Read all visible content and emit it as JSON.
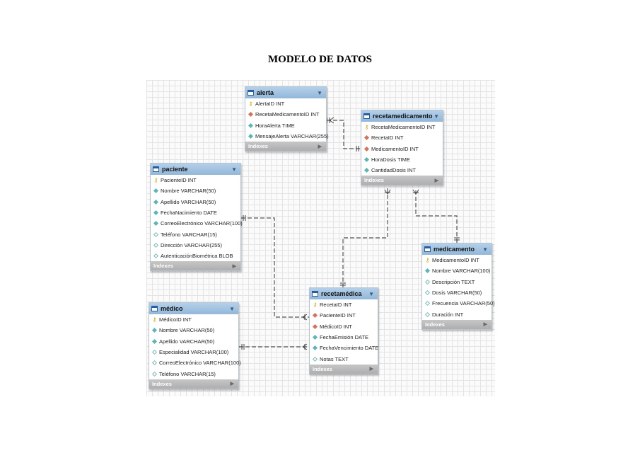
{
  "title": "MODELO DE DATOS",
  "colors": {
    "header": "#a9c8e6",
    "fk": "#d9705a",
    "notnull": "#5cb6b6",
    "key": "#d9a600"
  },
  "indexes_label": "Indexes",
  "tables": {
    "alerta": {
      "name": "alerta",
      "columns": [
        {
          "text": "AlertaID INT",
          "icon": "key"
        },
        {
          "text": "RecetaMedicamentoID INT",
          "icon": "fk"
        },
        {
          "text": "HoraAlerta TIME",
          "icon": "notnull"
        },
        {
          "text": "MensajeAlerta VARCHAR(255)",
          "icon": "notnull"
        }
      ]
    },
    "recetamedicamento": {
      "name": "recetamedicamento",
      "columns": [
        {
          "text": "RecetaMedicamentoID INT",
          "icon": "key"
        },
        {
          "text": "RecetaID INT",
          "icon": "fk"
        },
        {
          "text": "MedicamentoID INT",
          "icon": "fk"
        },
        {
          "text": "HoraDosis TIME",
          "icon": "notnull"
        },
        {
          "text": "CantidadDosis INT",
          "icon": "notnull"
        }
      ]
    },
    "paciente": {
      "name": "paciente",
      "columns": [
        {
          "text": "PacienteID INT",
          "icon": "key"
        },
        {
          "text": "Nombre VARCHAR(50)",
          "icon": "notnull"
        },
        {
          "text": "Apellido VARCHAR(50)",
          "icon": "notnull"
        },
        {
          "text": "FechaNacimiento DATE",
          "icon": "notnull"
        },
        {
          "text": "CorreoElectrónico VARCHAR(100)",
          "icon": "notnull"
        },
        {
          "text": "Teléfono VARCHAR(15)",
          "icon": "nullable"
        },
        {
          "text": "Dirección VARCHAR(255)",
          "icon": "nullable"
        },
        {
          "text": "AutenticaciónBiométrica BLOB",
          "icon": "nullable"
        }
      ]
    },
    "medicamento": {
      "name": "medicamento",
      "columns": [
        {
          "text": "MedicamentoID INT",
          "icon": "key"
        },
        {
          "text": "Nombre VARCHAR(100)",
          "icon": "notnull"
        },
        {
          "text": "Descripción TEXT",
          "icon": "nullable"
        },
        {
          "text": "Dosis VARCHAR(50)",
          "icon": "nullable"
        },
        {
          "text": "Frecuencia VARCHAR(50)",
          "icon": "nullable"
        },
        {
          "text": "Duración INT",
          "icon": "nullable"
        }
      ]
    },
    "recetamedica": {
      "name": "recetamédica",
      "columns": [
        {
          "text": "RecetaID INT",
          "icon": "key"
        },
        {
          "text": "PacienteID INT",
          "icon": "fk"
        },
        {
          "text": "MédicoID INT",
          "icon": "fk"
        },
        {
          "text": "FechaEmisión DATE",
          "icon": "notnull"
        },
        {
          "text": "FechaVencimiento DATE",
          "icon": "notnull"
        },
        {
          "text": "Notas TEXT",
          "icon": "nullable"
        }
      ]
    },
    "medico": {
      "name": "médico",
      "columns": [
        {
          "text": "MédicoID INT",
          "icon": "key"
        },
        {
          "text": "Nombre VARCHAR(50)",
          "icon": "notnull"
        },
        {
          "text": "Apellido VARCHAR(50)",
          "icon": "notnull"
        },
        {
          "text": "Especialidad VARCHAR(100)",
          "icon": "nullable"
        },
        {
          "text": "CorreoElectrónico VARCHAR(100)",
          "icon": "nullable"
        },
        {
          "text": "Teléfono VARCHAR(15)",
          "icon": "nullable"
        }
      ]
    }
  }
}
